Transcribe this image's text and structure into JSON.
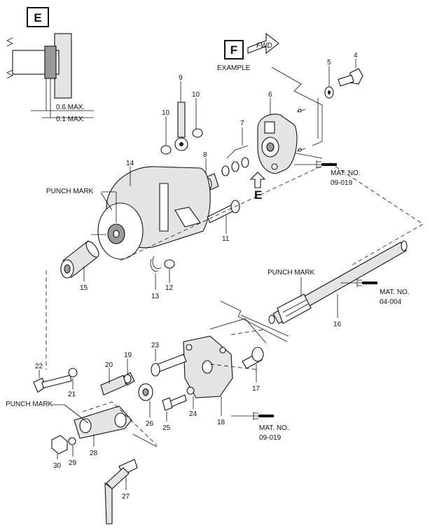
{
  "insets": {
    "e_badge": "E",
    "f_badge": "F",
    "fwd_text": "FWD",
    "example_label": "EXAMPLE",
    "dim_max_1": "0.6 MAX.",
    "dim_max_2": "0.1 MAX.",
    "view_arrow_label": "E"
  },
  "mat_notes": {
    "mat_label": "MAT. NO.",
    "upper_no": "09-019",
    "shaft_no": "04-004",
    "lower_no": "09-019"
  },
  "punch_marks": {
    "label_upper": "PUNCH MARK",
    "label_shaft": "PUNCH MARK",
    "label_lower": "PUNCH MARK"
  },
  "callouts": {
    "n4": "4",
    "n5": "5",
    "n6": "6",
    "n7": "7",
    "n8": "8",
    "n9": "9",
    "n10a": "10",
    "n10b": "10",
    "n11": "11",
    "n12": "12",
    "n13": "13",
    "n14": "14",
    "n15": "15",
    "n16": "16",
    "n17": "17",
    "n18": "18",
    "n19": "19",
    "n20": "20",
    "n21": "21",
    "n22": "22",
    "n23": "23",
    "n24": "24",
    "n25": "25",
    "n26": "26",
    "n27": "27",
    "n28": "28",
    "n29": "29",
    "n30": "30"
  },
  "icons": [
    "brush-icon",
    "arrow-icon",
    "bolt-icon",
    "washer-icon"
  ]
}
